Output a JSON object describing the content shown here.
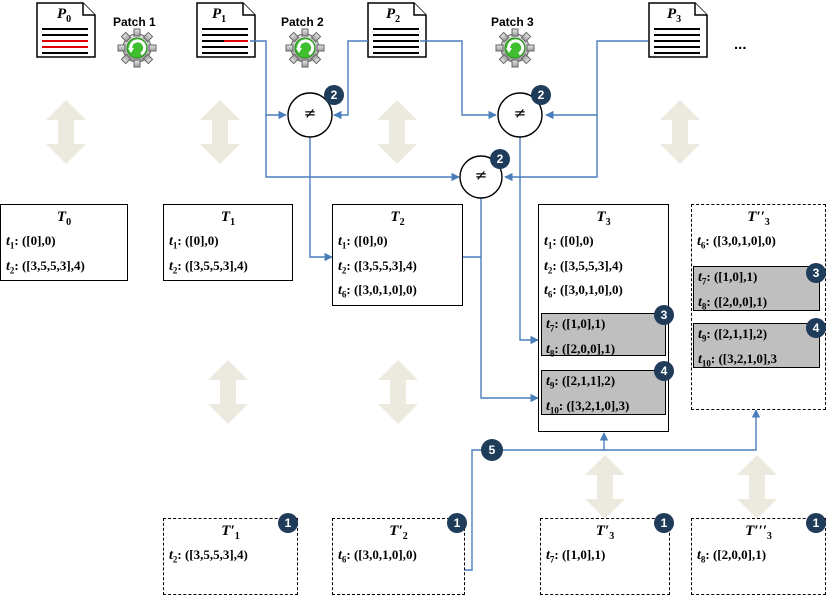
{
  "programs": [
    {
      "label": "P",
      "sub": "0"
    },
    {
      "label": "P",
      "sub": "1"
    },
    {
      "label": "P",
      "sub": "2"
    },
    {
      "label": "P",
      "sub": "3"
    }
  ],
  "ellipsis": "...",
  "patches": [
    "Patch 1",
    "Patch 2",
    "Patch 3"
  ],
  "neq_symbol": "≠",
  "badges": {
    "one": "1",
    "two": "2",
    "three": "3",
    "four": "4",
    "five": "5"
  },
  "tables": {
    "T0": {
      "label": "T",
      "sub": "0",
      "sup": "",
      "entries": [
        {
          "t": "t",
          "sub": "1",
          "val": ": ([0],0)"
        },
        {
          "t": "t",
          "sub": "2",
          "val": ": ([3,5,5,3],4)"
        }
      ]
    },
    "T1": {
      "label": "T",
      "sub": "1",
      "sup": "",
      "entries": [
        {
          "t": "t",
          "sub": "1",
          "val": ": ([0],0)"
        },
        {
          "t": "t",
          "sub": "2",
          "val": ": ([3,5,5,3],4)"
        }
      ]
    },
    "T2": {
      "label": "T",
      "sub": "2",
      "sup": "",
      "entries": [
        {
          "t": "t",
          "sub": "1",
          "val": ": ([0],0)"
        },
        {
          "t": "t",
          "sub": "2",
          "val": ": ([3,5,5,3],4)"
        },
        {
          "t": "t",
          "sub": "6",
          "val": ": ([3,0,1,0],0)"
        }
      ]
    },
    "T3": {
      "label": "T",
      "sub": "3",
      "sup": "",
      "entries": [
        {
          "t": "t",
          "sub": "1",
          "val": ": ([0],0)"
        },
        {
          "t": "t",
          "sub": "2",
          "val": ": ([3,5,5,3],4)"
        },
        {
          "t": "t",
          "sub": "6",
          "val": ": ([3,0,1,0],0)"
        }
      ],
      "group3": [
        {
          "t": "t",
          "sub": "7",
          "val": ": ([1,0],1)"
        },
        {
          "t": "t",
          "sub": "8",
          "val": ": ([2,0,0],1)"
        }
      ],
      "group4": [
        {
          "t": "t",
          "sub": "9",
          "val": ": ([2,1,1],2)"
        },
        {
          "t": "t",
          "sub": "10",
          "val": ": ([3,2,1,0],3)"
        }
      ]
    },
    "Tpp3": {
      "label": "T",
      "sub": "3",
      "sup": "′′",
      "entries": [
        {
          "t": "t",
          "sub": "6",
          "val": ": ([3,0,1,0],0)"
        }
      ],
      "group3": [
        {
          "t": "t",
          "sub": "7",
          "val": ": ([1,0],1)"
        },
        {
          "t": "t",
          "sub": "8",
          "val": ": ([2,0,0],1)"
        }
      ],
      "group4": [
        {
          "t": "t",
          "sub": "9",
          "val": ": ([2,1,1],2)"
        },
        {
          "t": "t",
          "sub": "10",
          "val": ": ([3,2,1,0],3"
        }
      ]
    },
    "Tp1": {
      "label": "T",
      "sub": "1",
      "sup": "′",
      "entries": [
        {
          "t": "t",
          "sub": "2",
          "val": ": ([3,5,5,3],4)"
        }
      ]
    },
    "Tp2": {
      "label": "T",
      "sub": "2",
      "sup": "′",
      "entries": [
        {
          "t": "t",
          "sub": "6",
          "val": ": ([3,0,1,0],0)"
        }
      ]
    },
    "Tp3": {
      "label": "T",
      "sub": "3",
      "sup": "′",
      "entries": [
        {
          "t": "t",
          "sub": "7",
          "val": ": ([1,0],1)"
        }
      ]
    },
    "Tppp3": {
      "label": "T",
      "sub": "3",
      "sup": "′′′",
      "entries": [
        {
          "t": "t",
          "sub": "8",
          "val": ": ([2,0,0],1)"
        }
      ]
    }
  },
  "colors": {
    "wire": "#4a7ebb",
    "badge": "#1f3c5a",
    "highlight_gray": "#bfbfbf",
    "double_arrow": "#eceade",
    "doc_red_line": "#e00000"
  },
  "icons": {
    "program_file": "document-icon",
    "patch": "gear-refresh-icon",
    "comparison": "not-equal-node",
    "correspondence": "double-arrow-icon"
  }
}
